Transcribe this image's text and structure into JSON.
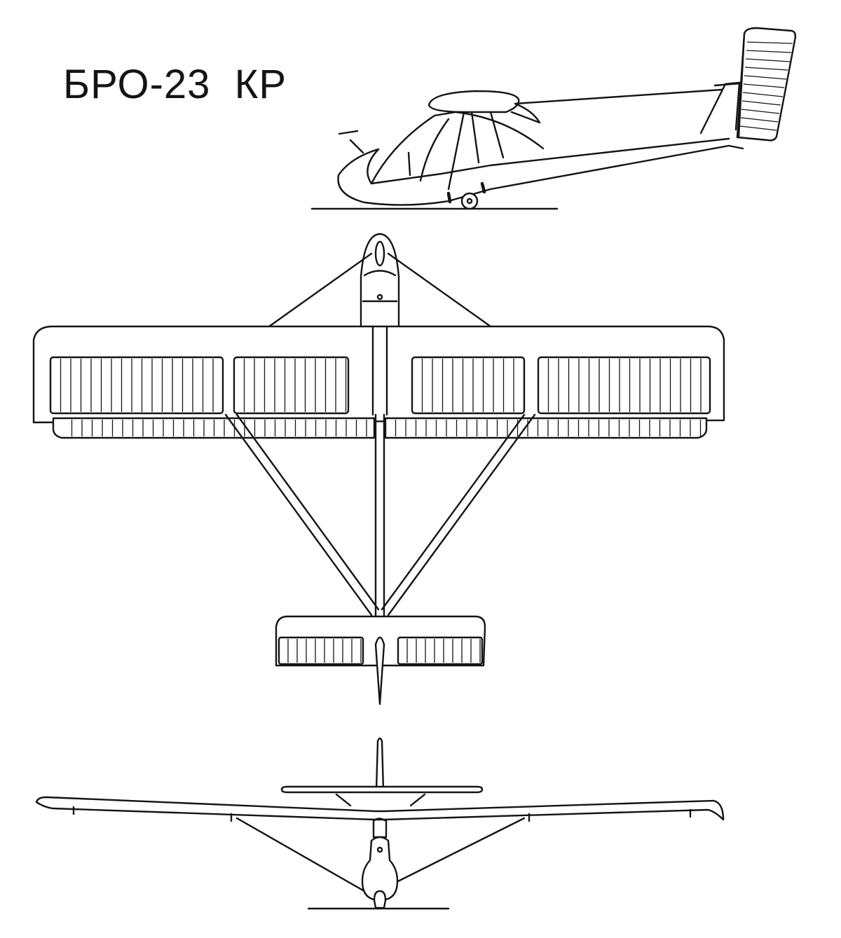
{
  "title": "БРО-23  КР",
  "colors": {
    "ink": "#141414",
    "paper": "#ffffff"
  },
  "views": [
    {
      "id": "side-view"
    },
    {
      "id": "top-view"
    },
    {
      "id": "front-view"
    }
  ]
}
